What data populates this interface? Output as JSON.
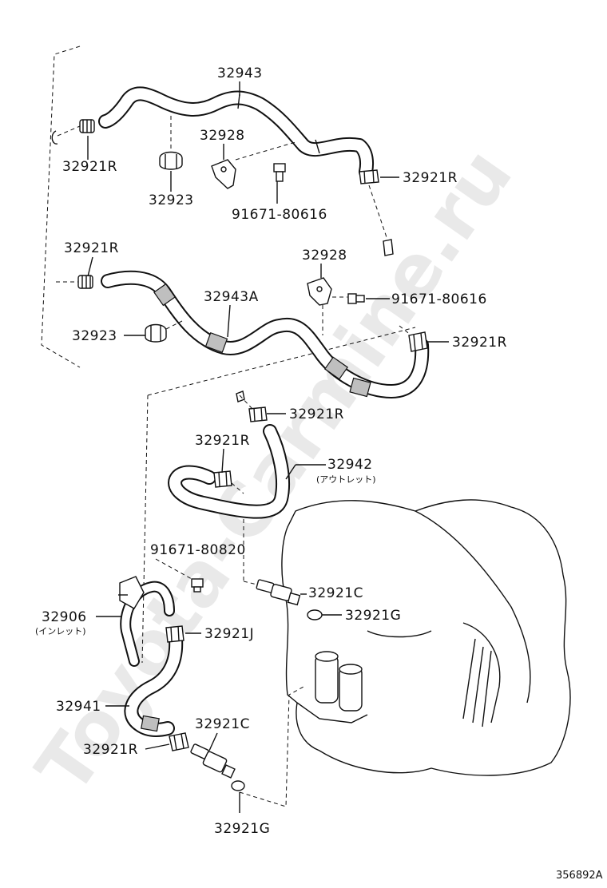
{
  "labels": {
    "p32943": "32943",
    "p32928a": "32928",
    "p32921r_a": "32921R",
    "p32921r_b": "32921R",
    "p32923a": "32923",
    "p91671_80616a": "91671-80616",
    "p32921r_c": "32921R",
    "p32928b": "32928",
    "p91671_80616b": "91671-80616",
    "p32943a": "32943A",
    "p32923b": "32923",
    "p32921r_d": "32921R",
    "p32921r_e": "32921R",
    "p32921r_f": "32921R",
    "p32942": "32942",
    "p32942_sub": "(アウトレット)",
    "p91671_80820": "91671-80820",
    "p32921c_a": "32921C",
    "p32906": "32906",
    "p32906_sub": "(インレット)",
    "p32921g_a": "32921G",
    "p32921j": "32921J",
    "p32941": "32941",
    "p32921c_b": "32921C",
    "p32921r_g": "32921R",
    "p32921g_b": "32921G"
  },
  "watermark": "Toyota-Carmine.ru",
  "diagram_ref": "356892A"
}
